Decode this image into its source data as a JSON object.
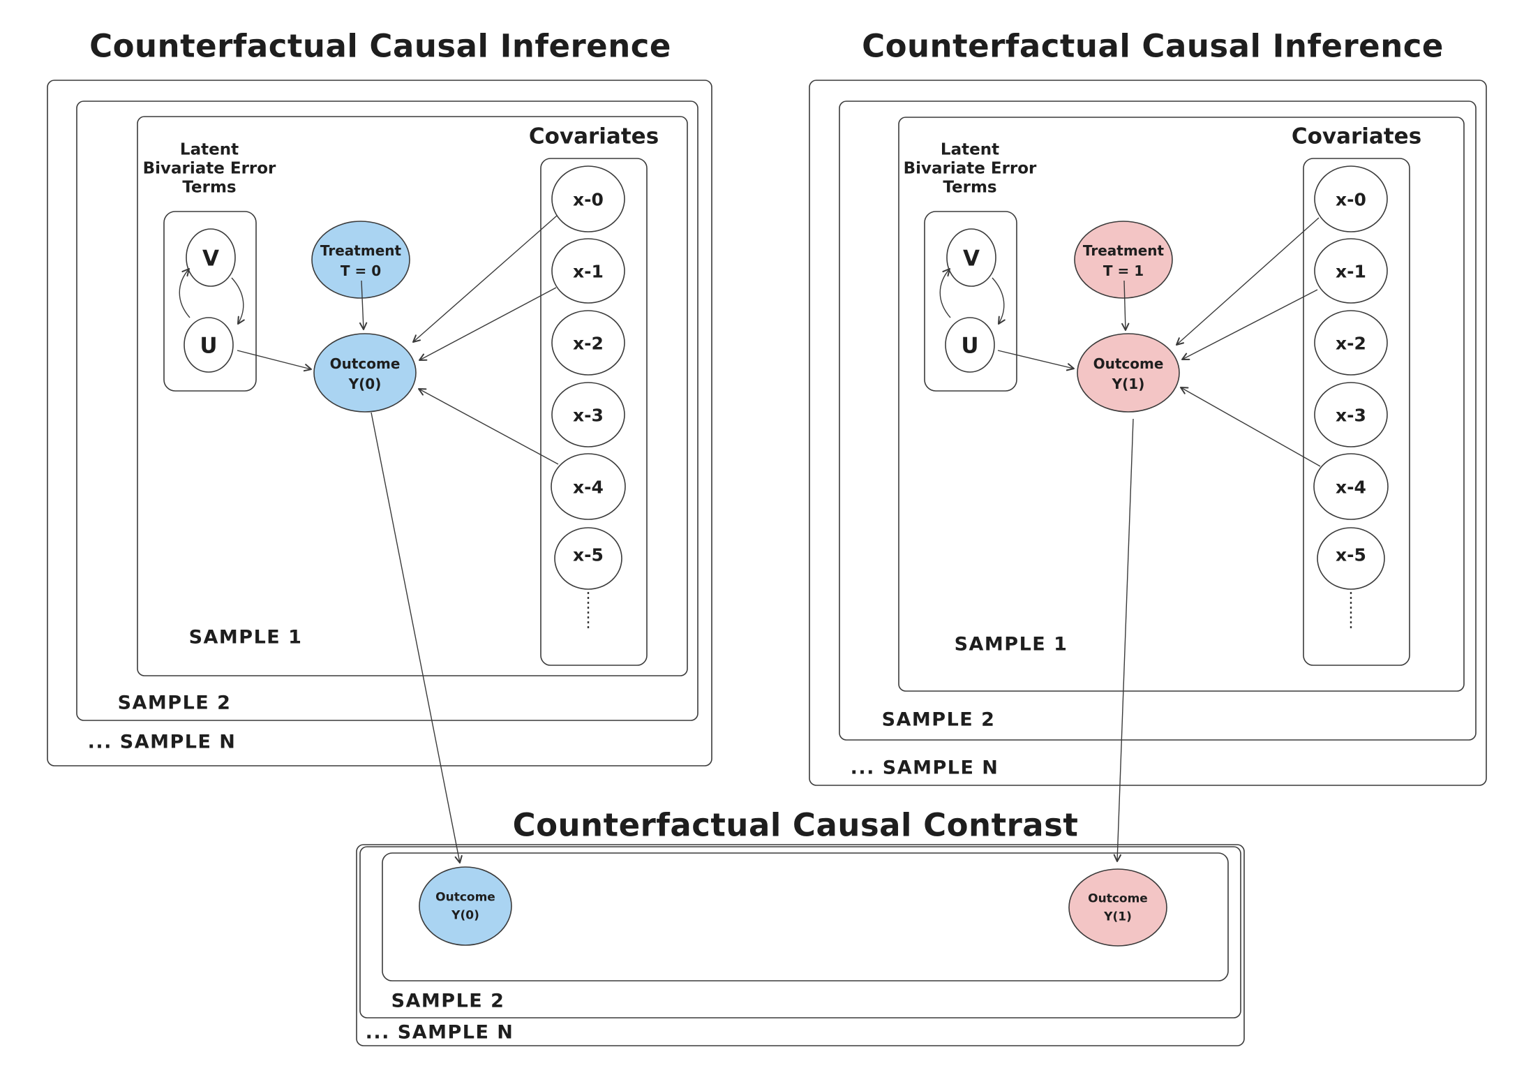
{
  "colors": {
    "blue_fill": "#aad4f2",
    "pink_fill": "#f3c5c5",
    "stroke": "#3a3a3a",
    "text": "#1e1e1e"
  },
  "left_panel": {
    "title": "Counterfactual Causal Inference",
    "latent_label": [
      "Latent",
      "Bivariate Error",
      "Terms"
    ],
    "v_label": "V",
    "u_label": "U",
    "treatment": [
      "Treatment",
      "T = 0"
    ],
    "outcome": [
      "Outcome",
      "Y(0)"
    ],
    "covariates_title": "Covariates",
    "covariates": [
      "x-0",
      "x-1",
      "x-2",
      "x-3",
      "x-4",
      "x-5"
    ],
    "samples": [
      "SAMPLE 1",
      "SAMPLE 2",
      "... SAMPLE N"
    ]
  },
  "right_panel": {
    "title": "Counterfactual Causal Inference",
    "latent_label": [
      "Latent",
      "Bivariate Error",
      "Terms"
    ],
    "v_label": "V",
    "u_label": "U",
    "treatment": [
      "Treatment",
      "T = 1"
    ],
    "outcome": [
      "Outcome",
      "Y(1)"
    ],
    "covariates_title": "Covariates",
    "covariates": [
      "x-0",
      "x-1",
      "x-2",
      "x-3",
      "x-4",
      "x-5"
    ],
    "samples": [
      "SAMPLE 1",
      "SAMPLE 2",
      "... SAMPLE N"
    ]
  },
  "contrast_panel": {
    "title": "Counterfactual Causal Contrast",
    "outcome_0": [
      "Outcome",
      "Y(0)"
    ],
    "outcome_1": [
      "Outcome",
      "Y(1)"
    ],
    "samples": [
      "SAMPLE 2",
      "... SAMPLE N"
    ]
  }
}
